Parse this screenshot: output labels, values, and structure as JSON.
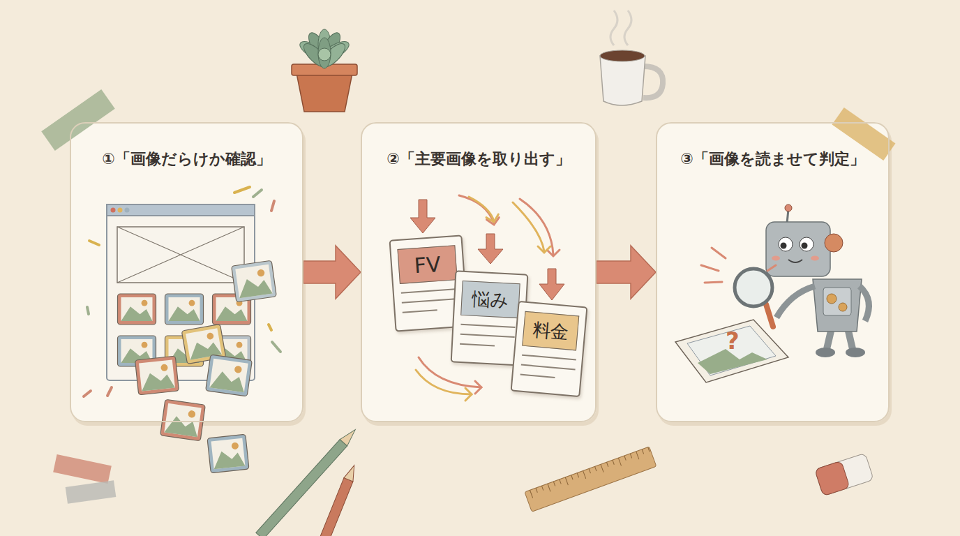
{
  "diagram": {
    "nodes": [
      {
        "text": [
          "①「画像だらけか確認」"
        ]
      },
      {
        "text": [
          "②「主要画像を取り出す」"
        ]
      },
      {
        "text": [
          "FV"
        ],
        "in": 1
      },
      {
        "text": [
          "悩み"
        ],
        "in": 1
      },
      {
        "text": [
          "料金"
        ],
        "in": 1
      },
      {
        "text": [
          "③「画像を読ませて判定」"
        ]
      }
    ],
    "edges": [
      {
        "from": 0,
        "to": 1,
        "arrow": "to"
      },
      {
        "from": 1,
        "to": 5,
        "arrow": "to"
      }
    ],
    "labels": [
      "?"
    ]
  }
}
